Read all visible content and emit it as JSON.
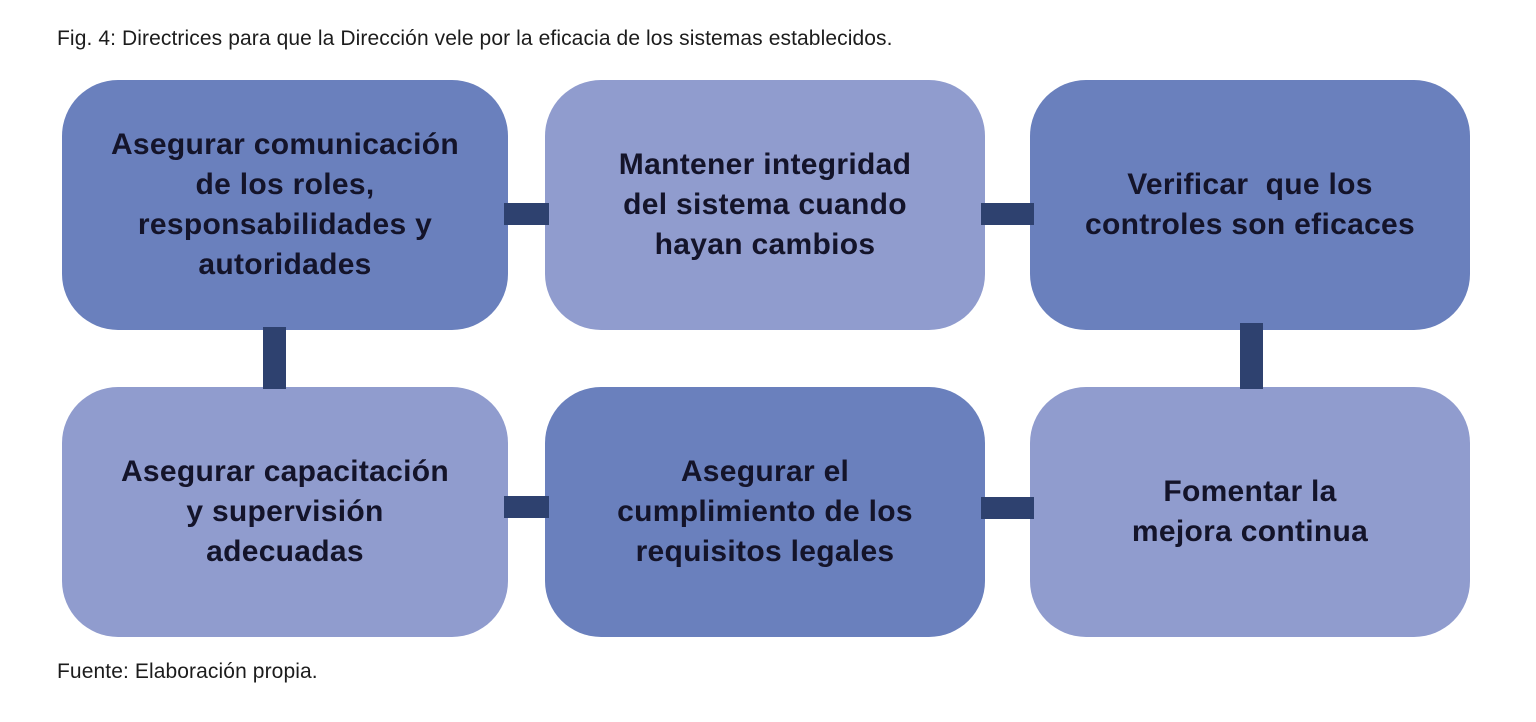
{
  "figure": {
    "caption": "Fig. 4: Directrices para que la Dirección vele por la eficacia de los sistemas establecidos.",
    "source": "Fuente: Elaboración propia."
  },
  "colors": {
    "box_dark": "#6a80bd",
    "box_light": "#909cce",
    "connector": "#2e416f",
    "box_text": "#14142a",
    "caption_text": "#1c1c1c",
    "background": "#ffffff"
  },
  "diagram": {
    "boxes": [
      {
        "id": "box-1",
        "tone": "dark",
        "label": "Asegurar comunicación\nde los roles,\nresponsabilidades y\nautoridades"
      },
      {
        "id": "box-2",
        "tone": "light",
        "label": "Mantener integridad\ndel sistema cuando\nhayan cambios"
      },
      {
        "id": "box-3",
        "tone": "dark",
        "label": "Verificar  que los\ncontroles son eficaces"
      },
      {
        "id": "box-4",
        "tone": "light",
        "label": "Asegurar capacitación\ny supervisión\nadecuadas"
      },
      {
        "id": "box-5",
        "tone": "dark",
        "label": "Asegurar el\ncumplimiento de los\nrequisitos legales"
      },
      {
        "id": "box-6",
        "tone": "light",
        "label": "Fomentar la\nmejora continua"
      }
    ],
    "connectors": [
      {
        "from": "box-1",
        "to": "box-2",
        "orientation": "horizontal"
      },
      {
        "from": "box-2",
        "to": "box-3",
        "orientation": "horizontal"
      },
      {
        "from": "box-1",
        "to": "box-4",
        "orientation": "vertical"
      },
      {
        "from": "box-3",
        "to": "box-6",
        "orientation": "vertical"
      },
      {
        "from": "box-4",
        "to": "box-5",
        "orientation": "horizontal"
      },
      {
        "from": "box-5",
        "to": "box-6",
        "orientation": "horizontal"
      }
    ]
  }
}
